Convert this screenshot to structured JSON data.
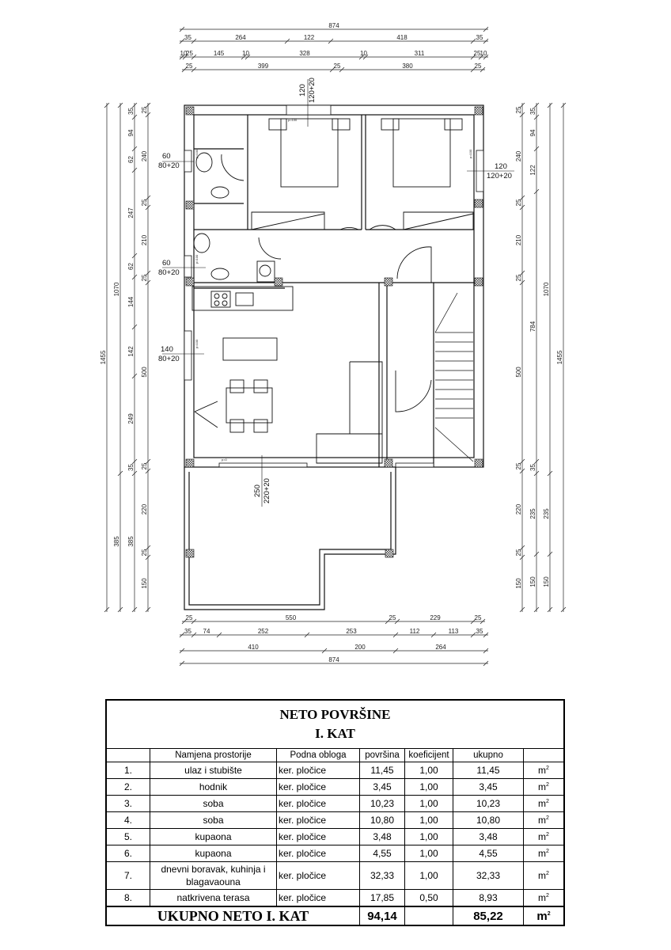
{
  "dimensions": {
    "top": [
      [
        "874"
      ],
      [
        "35",
        "264",
        "122",
        "418",
        "35"
      ],
      [
        "10",
        "25",
        "145",
        "10",
        "328",
        "10",
        "311",
        "25",
        "10"
      ],
      [
        "25",
        "399",
        "25",
        "380",
        "25"
      ]
    ],
    "bottom": [
      [
        "25",
        "550",
        "25",
        "229",
        "25"
      ],
      [
        "35",
        "74",
        "252",
        "253",
        "112",
        "113",
        "35"
      ],
      [
        "410",
        "200",
        "264"
      ],
      [
        "874"
      ]
    ],
    "left": [
      [
        "1455"
      ],
      [
        "1070",
        "385"
      ],
      [
        "35",
        "94",
        "62",
        "247",
        "62",
        "144",
        "142",
        "249",
        "35",
        "385"
      ],
      [
        "25",
        "240",
        "25",
        "210",
        "25",
        "500",
        "25",
        "220",
        "25",
        "150"
      ]
    ],
    "right": [
      [
        "25",
        "240",
        "25",
        "210",
        "25",
        "500",
        "25",
        "220",
        "25",
        "150"
      ],
      [
        "35",
        "94",
        "122",
        "784",
        "35",
        "235",
        "150"
      ],
      [
        "1070",
        "235",
        "150"
      ],
      [
        "1455"
      ]
    ]
  },
  "windows": [
    {
      "width": "60",
      "height": "80+20"
    },
    {
      "width": "60",
      "height": "80+20"
    },
    {
      "width": "140",
      "height": "80+20"
    },
    {
      "width": "120",
      "height": "120+20"
    },
    {
      "width": "120",
      "height": "120+20"
    },
    {
      "width": "250",
      "height": "220+20"
    }
  ],
  "sill_labels": [
    "p=100",
    "p=100",
    "p=100",
    "p=100",
    "p=100",
    "p=0"
  ],
  "table": {
    "title_line1": "NETO POVRŠINE",
    "title_line2": "I. KAT",
    "headers": [
      "",
      "Namjena prostorije",
      "Podna obloga",
      "površina",
      "koeficijent",
      "ukupno",
      ""
    ],
    "unit": "m",
    "unit_sup": "2",
    "rows": [
      {
        "no": "1.",
        "name": "ulaz i stubište",
        "floor": "ker. pločice",
        "area": "11,45",
        "coef": "1,00",
        "total": "11,45"
      },
      {
        "no": "2.",
        "name": "hodnik",
        "floor": "ker. pločice",
        "area": "3,45",
        "coef": "1,00",
        "total": "3,45"
      },
      {
        "no": "3.",
        "name": "soba",
        "floor": "ker. pločice",
        "area": "10,23",
        "coef": "1,00",
        "total": "10,23"
      },
      {
        "no": "4.",
        "name": "soba",
        "floor": "ker. pločice",
        "area": "10,80",
        "coef": "1,00",
        "total": "10,80"
      },
      {
        "no": "5.",
        "name": "kupaona",
        "floor": "ker. pločice",
        "area": "3,48",
        "coef": "1,00",
        "total": "3,48"
      },
      {
        "no": "6.",
        "name": "kupaona",
        "floor": "ker. pločice",
        "area": "4,55",
        "coef": "1,00",
        "total": "4,55"
      },
      {
        "no": "7.",
        "name": "dnevni boravak, kuhinja i blagavaouna",
        "floor": "ker. pločice",
        "area": "32,33",
        "coef": "1,00",
        "total": "32,33"
      },
      {
        "no": "8.",
        "name": "natkrivena terasa",
        "floor": "ker. pločice",
        "area": "17,85",
        "coef": "0,50",
        "total": "8,93"
      }
    ],
    "total_label": "UKUPNO NETO I. KAT",
    "total_area": "94,14",
    "total_net": "85,22"
  }
}
